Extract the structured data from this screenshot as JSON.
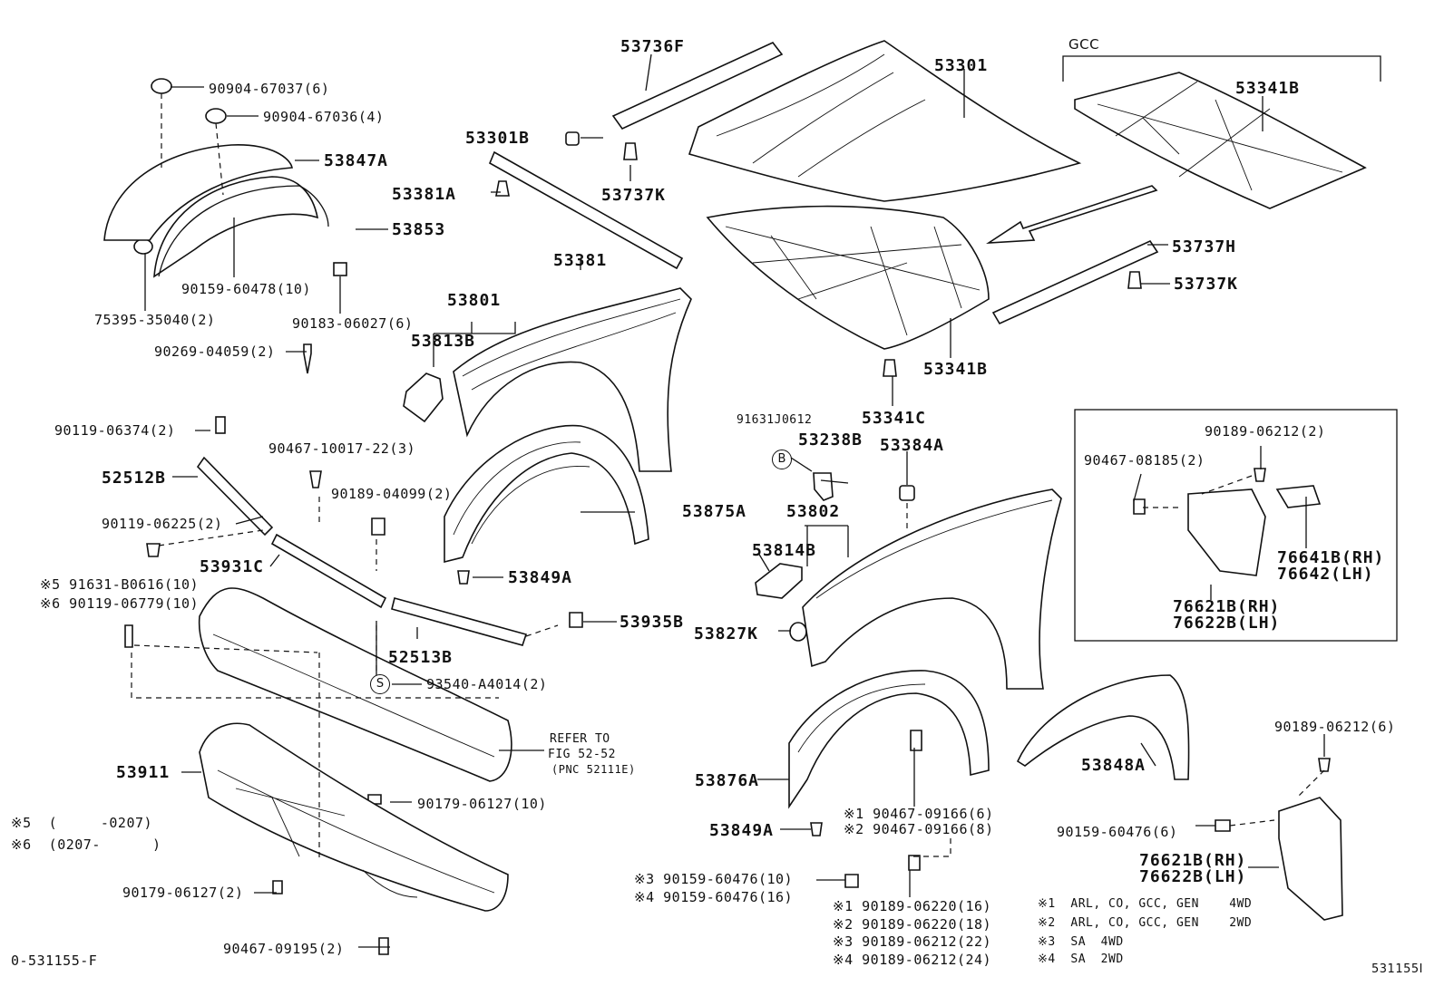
{
  "parts": [
    {
      "id": "p1",
      "text": "90904-67037(6)"
    },
    {
      "id": "p2",
      "text": "90904-67036(4)"
    },
    {
      "id": "p3",
      "text": "53847A"
    },
    {
      "id": "p4",
      "text": "53853"
    },
    {
      "id": "p5",
      "text": "90159-60478(10)"
    },
    {
      "id": "p6",
      "text": "75395-35040(2)"
    },
    {
      "id": "p7",
      "text": "90183-06027(6)"
    },
    {
      "id": "p8",
      "text": "90269-04059(2)"
    },
    {
      "id": "p9",
      "text": "53736F"
    },
    {
      "id": "p10",
      "text": "53301B"
    },
    {
      "id": "p11",
      "text": "53381A"
    },
    {
      "id": "p12",
      "text": "53737K"
    },
    {
      "id": "p13",
      "text": "53381"
    },
    {
      "id": "p14",
      "text": "53301"
    },
    {
      "id": "p15",
      "text": "GCC"
    },
    {
      "id": "p16",
      "text": "53341B"
    },
    {
      "id": "p17",
      "text": "53737H"
    },
    {
      "id": "p18",
      "text": "53737K"
    },
    {
      "id": "p19",
      "text": "53341B"
    },
    {
      "id": "p20",
      "text": "53341C"
    },
    {
      "id": "p21",
      "text": "53801"
    },
    {
      "id": "p22",
      "text": "53813B"
    },
    {
      "id": "p23",
      "text": "90119-06374(2)"
    },
    {
      "id": "p24",
      "text": "52512B"
    },
    {
      "id": "p25",
      "text": "90467-10017-22(3)"
    },
    {
      "id": "p26",
      "text": "90189-04099(2)"
    },
    {
      "id": "p27",
      "text": "90119-06225(2)"
    },
    {
      "id": "p28",
      "text": "53931C"
    },
    {
      "id": "p29",
      "text": "※5 91631-B0616(10)"
    },
    {
      "id": "p30",
      "text": "※6 90119-06779(10)"
    },
    {
      "id": "p31",
      "text": "53875A"
    },
    {
      "id": "p32",
      "text": "53849A"
    },
    {
      "id": "p33",
      "text": "53935B"
    },
    {
      "id": "p34",
      "text": "52513B"
    },
    {
      "id": "p35",
      "text": "93540-A4014(2)"
    },
    {
      "id": "p36",
      "text": "REFER TO"
    },
    {
      "id": "p37",
      "text": "FIG 52-52"
    },
    {
      "id": "p38",
      "text": "(PNC 52111E)"
    },
    {
      "id": "p39",
      "text": "53911"
    },
    {
      "id": "p40",
      "text": "90179-06127(10)"
    },
    {
      "id": "p41",
      "text": "※5  (     -0207)"
    },
    {
      "id": "p42",
      "text": "※6  (0207-      )"
    },
    {
      "id": "p43",
      "text": "90179-06127(2)"
    },
    {
      "id": "p44",
      "text": "90467-09195(2)"
    },
    {
      "id": "p45",
      "text": "0-531155-F"
    },
    {
      "id": "p46",
      "text": "91631J0612"
    },
    {
      "id": "p47",
      "text": "53238B"
    },
    {
      "id": "p48",
      "text": "53384A"
    },
    {
      "id": "p49",
      "text": "53802"
    },
    {
      "id": "p50",
      "text": "53814B"
    },
    {
      "id": "p51",
      "text": "53827K"
    },
    {
      "id": "p52",
      "text": "53876A"
    },
    {
      "id": "p53",
      "text": "53849A"
    },
    {
      "id": "p54",
      "text": "※1 90467-09166(6)"
    },
    {
      "id": "p55",
      "text": "※2 90467-09166(8)"
    },
    {
      "id": "p56",
      "text": "※3 90159-60476(10)"
    },
    {
      "id": "p57",
      "text": "※4 90159-60476(16)"
    },
    {
      "id": "p58",
      "text": "※1 90189-06220(16)"
    },
    {
      "id": "p59",
      "text": "※2 90189-06220(18)"
    },
    {
      "id": "p60",
      "text": "※3 90189-06212(22)"
    },
    {
      "id": "p61",
      "text": "※4 90189-06212(24)"
    },
    {
      "id": "p62",
      "text": "53848A"
    },
    {
      "id": "p63",
      "text": "90189-06212(2)"
    },
    {
      "id": "p64",
      "text": "90467-08185(2)"
    },
    {
      "id": "p65",
      "text": "76641B(RH)"
    },
    {
      "id": "p66",
      "text": "76642(LH)"
    },
    {
      "id": "p67",
      "text": "76621B(RH)"
    },
    {
      "id": "p68",
      "text": "76622B(LH)"
    },
    {
      "id": "p69",
      "text": "90189-06212(6)"
    },
    {
      "id": "p70",
      "text": "90159-60476(6)"
    },
    {
      "id": "p71",
      "text": "76621B(RH)"
    },
    {
      "id": "p72",
      "text": "76622B(LH)"
    },
    {
      "id": "p73",
      "text": "※1  ARL, CO, GCC, GEN    4WD"
    },
    {
      "id": "p74",
      "text": "※2  ARL, CO, GCC, GEN    2WD"
    },
    {
      "id": "p75",
      "text": "※3  SA  4WD"
    },
    {
      "id": "p76",
      "text": "※4  SA  2WD"
    },
    {
      "id": "p77",
      "text": "531155I"
    }
  ],
  "symbols": {
    "b": "B",
    "s": "S"
  }
}
